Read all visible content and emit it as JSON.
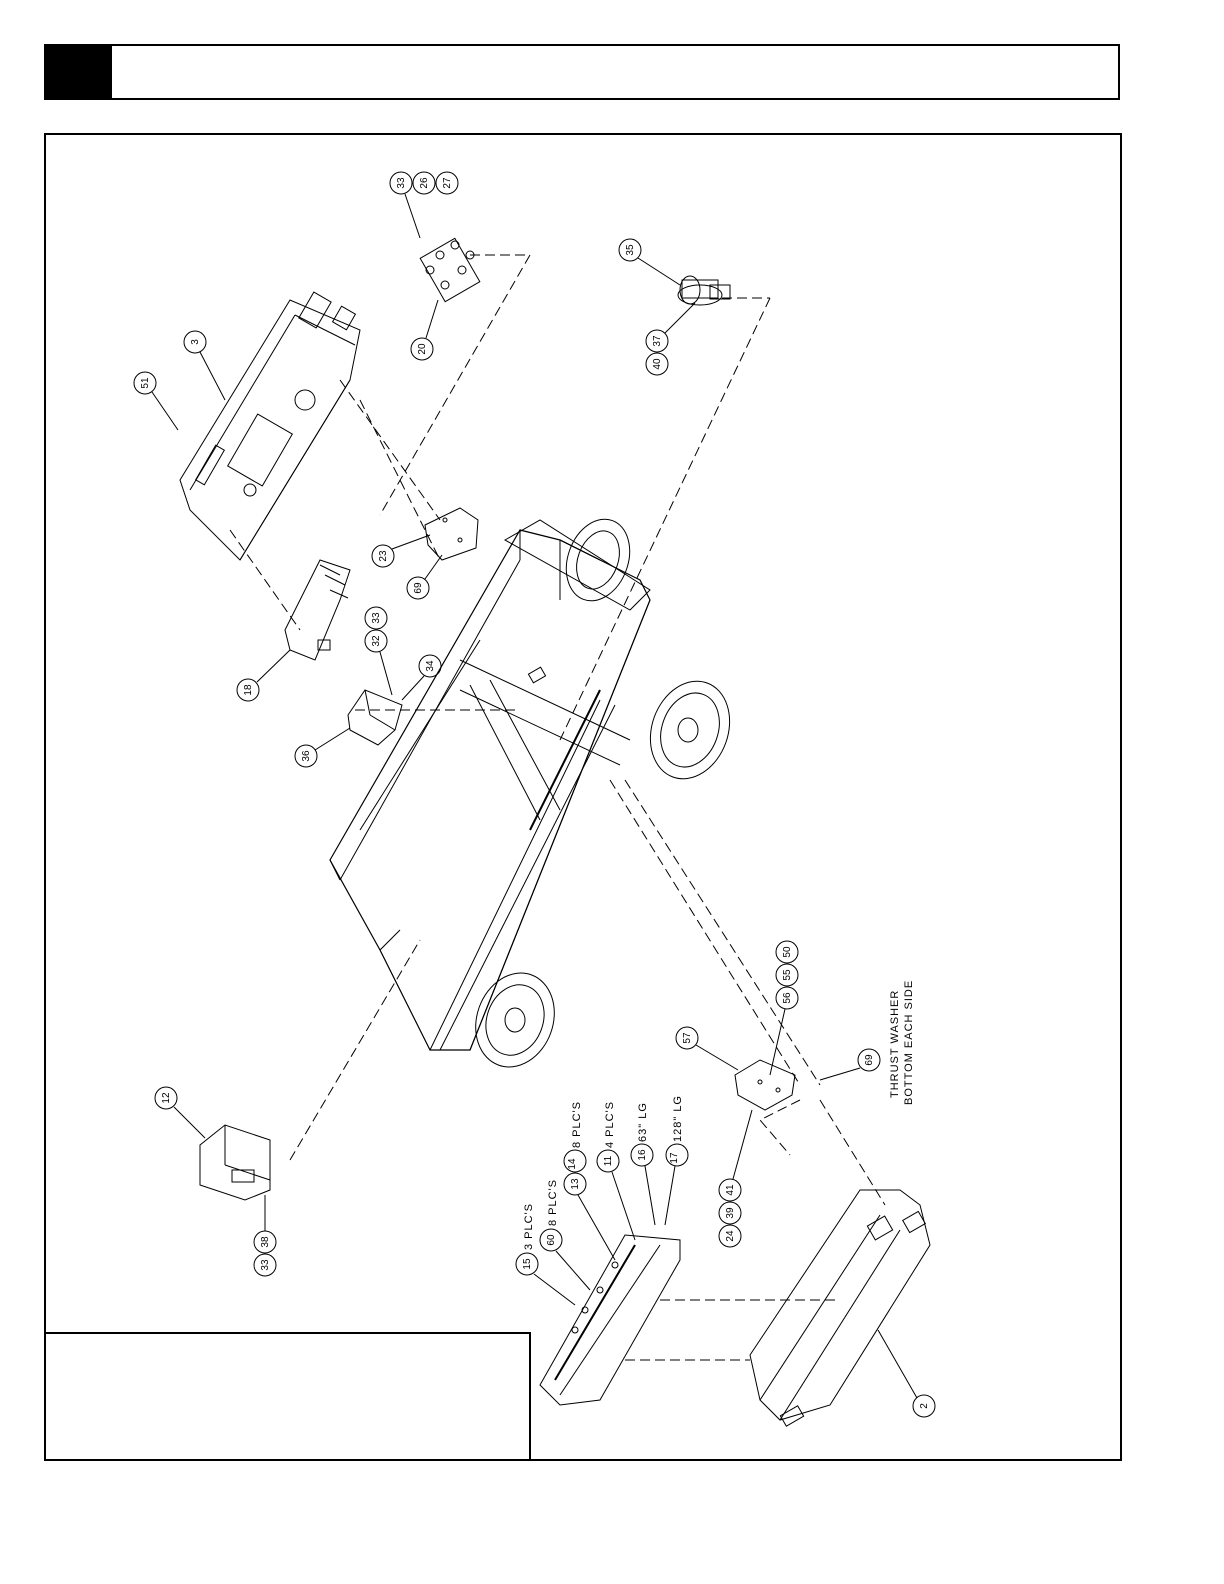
{
  "header": {
    "title": ""
  },
  "title_block": {
    "text": ""
  },
  "callouts": [
    "51",
    "3",
    "33",
    "26",
    "27",
    "20",
    "35",
    "37",
    "40",
    "23",
    "69",
    "18",
    "32",
    "33",
    "34",
    "36",
    "12",
    "33",
    "38",
    "15",
    "60",
    "13",
    "14",
    "11",
    "16",
    "17",
    "57",
    "56",
    "55",
    "50",
    "24",
    "39",
    "41",
    "69",
    "2"
  ],
  "notes": {
    "n15": "3 PLC'S",
    "n60": "8 PLC'S",
    "n14": "8 PLC'S",
    "n11": "4 PLC'S",
    "n16": "63\" LG",
    "n17": "128\" LG",
    "thrust1": "THRUST WASHER",
    "thrust2": "BOTTOM EACH SIDE"
  }
}
